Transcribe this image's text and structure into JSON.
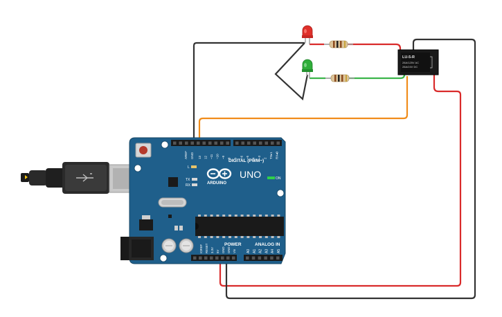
{
  "board": {
    "brand": "ARDUINO",
    "model": "UNO",
    "digital_label": "DIGITAL (PWM~)",
    "power_label": "POWER",
    "analog_label": "ANALOG IN",
    "on_label": "ON",
    "tx_label": "TX",
    "rx_label": "RX",
    "l_label": "L",
    "aref_label": "AREF",
    "gnd_label": "GND",
    "digital_pins": [
      "13",
      "12",
      "~11",
      "~10",
      "~9",
      "8",
      "7",
      "~6",
      "~5",
      "4",
      "~3",
      "2",
      "TX▸1",
      "RX◂0"
    ],
    "power_pins": [
      "IOREF",
      "RESET",
      "3.3V",
      "5V",
      "GND",
      "GND",
      "Vin"
    ],
    "analog_pins": [
      "A0",
      "A1",
      "A2",
      "A3",
      "A4",
      "A5"
    ],
    "color": "#1f5f8b"
  },
  "relay": {
    "part": "LU-5-R",
    "rating_ac": "28A/125V AC",
    "rating_dc": "28A/24V DC"
  },
  "leds": [
    {
      "color_name": "red",
      "color": "#e0302a"
    },
    {
      "color_name": "green",
      "color": "#2fae3a"
    }
  ],
  "wire_colors": {
    "gnd": "#333333",
    "signal": "#f08c1a",
    "power": "#d92a2a",
    "green_led": "#3bb54a"
  }
}
